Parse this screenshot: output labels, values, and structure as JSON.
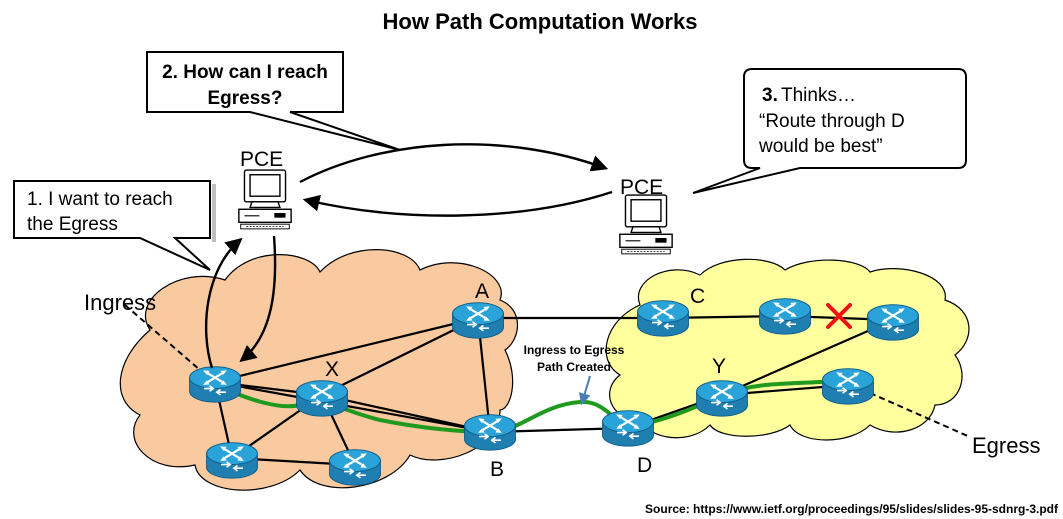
{
  "title": "How Path Computation Works",
  "callouts": {
    "step1_line1": "1. I want to reach",
    "step1_line2": "the Egress",
    "step2_line1": "2. How can I reach",
    "step2_line2": "Egress?",
    "step3_num": "3.",
    "step3_line1": "Thinks…",
    "step3_line2": "“Route through D",
    "step3_line3": "would be best”"
  },
  "pce_left_label": "PCE",
  "pce_right_label": "PCE",
  "ingress_label": "Ingress",
  "egress_label": "Egress",
  "nodes": {
    "a": "A",
    "b": "B",
    "c": "C",
    "d": "D",
    "x": "X",
    "y": "Y"
  },
  "path_annotation_line1": "Ingress to Egress",
  "path_annotation_line2": "Path Created",
  "source": "Source: https://www.ietf.org/proceedings/95/slides/slides-95-sdnrg-3.pdf",
  "colors": {
    "left_cloud": "#f9c9a0",
    "right_cloud": "#ffff9e",
    "router_top": "#2aa3d8",
    "router_side": "#1f7fb0",
    "path_green": "#1f9a1f",
    "fail_red": "#ee1111",
    "path_arrow": "#4a7fb5"
  }
}
